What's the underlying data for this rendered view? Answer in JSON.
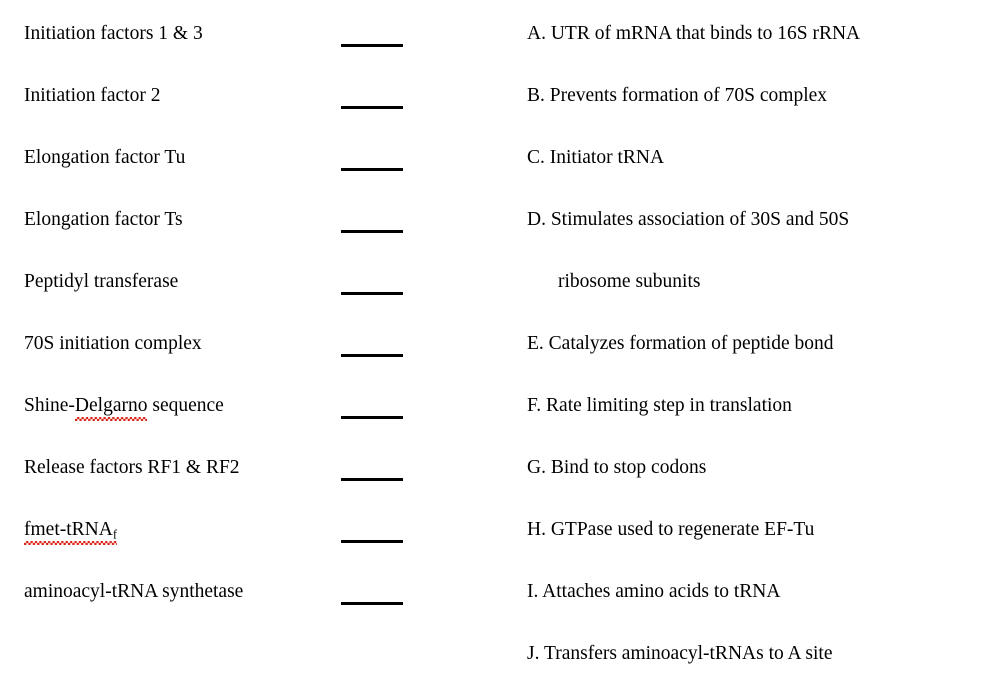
{
  "document": {
    "kind": "matching-worksheet",
    "background_color": "#ffffff",
    "text_color": "#000000",
    "spellcheck_underline_color": "#d8261b"
  },
  "left_column": {
    "name": "terms",
    "items": [
      {
        "text": "Initiation factors 1 & 3",
        "blank": "",
        "misspelled": ""
      },
      {
        "text": "Initiation factor 2",
        "blank": "",
        "misspelled": ""
      },
      {
        "text": "Elongation factor Tu",
        "blank": "",
        "misspelled": ""
      },
      {
        "text": "Elongation factor Ts",
        "blank": "",
        "misspelled": ""
      },
      {
        "text": "Peptidyl transferase",
        "blank": "",
        "misspelled": ""
      },
      {
        "text": "70S initiation complex",
        "blank": "",
        "misspelled": ""
      },
      {
        "text": "Shine-Delgarno sequence",
        "blank": "",
        "misspelled": "Delgarno"
      },
      {
        "text": "Release factors RF1 & RF2",
        "blank": "",
        "misspelled": ""
      },
      {
        "text": "fmet-tRNAf",
        "blank": "",
        "misspelled": "fmet-tRNAf",
        "subscript": "f",
        "base": "fmet-tRNA"
      },
      {
        "text": "aminoacyl-tRNA synthetase",
        "blank": "",
        "misspelled": ""
      }
    ]
  },
  "right_column": {
    "name": "definitions",
    "items": [
      {
        "label": "A.",
        "text": "A. UTR of mRNA that binds to 16S rRNA",
        "continuation": false
      },
      {
        "label": "B.",
        "text": "B. Prevents formation of 70S complex",
        "continuation": false
      },
      {
        "label": "C.",
        "text": "C. Initiator tRNA",
        "continuation": false
      },
      {
        "label": "D.",
        "text": "D. Stimulates association of 30S and 50S",
        "continuation": false
      },
      {
        "label": "",
        "text": "ribosome subunits",
        "continuation": true
      },
      {
        "label": "E.",
        "text": "E. Catalyzes formation of peptide bond",
        "continuation": false
      },
      {
        "label": "F.",
        "text": "F. Rate limiting step in translation",
        "continuation": false
      },
      {
        "label": "G.",
        "text": "G. Bind to stop codons",
        "continuation": false
      },
      {
        "label": "H.",
        "text": "H. GTPase used to regenerate EF-Tu",
        "continuation": false
      },
      {
        "label": "I.",
        "text": "I. Attaches amino acids to tRNA",
        "continuation": false
      },
      {
        "label": "J.",
        "text": "J. Transfers aminoacyl-tRNAs to A site",
        "continuation": false
      }
    ]
  }
}
